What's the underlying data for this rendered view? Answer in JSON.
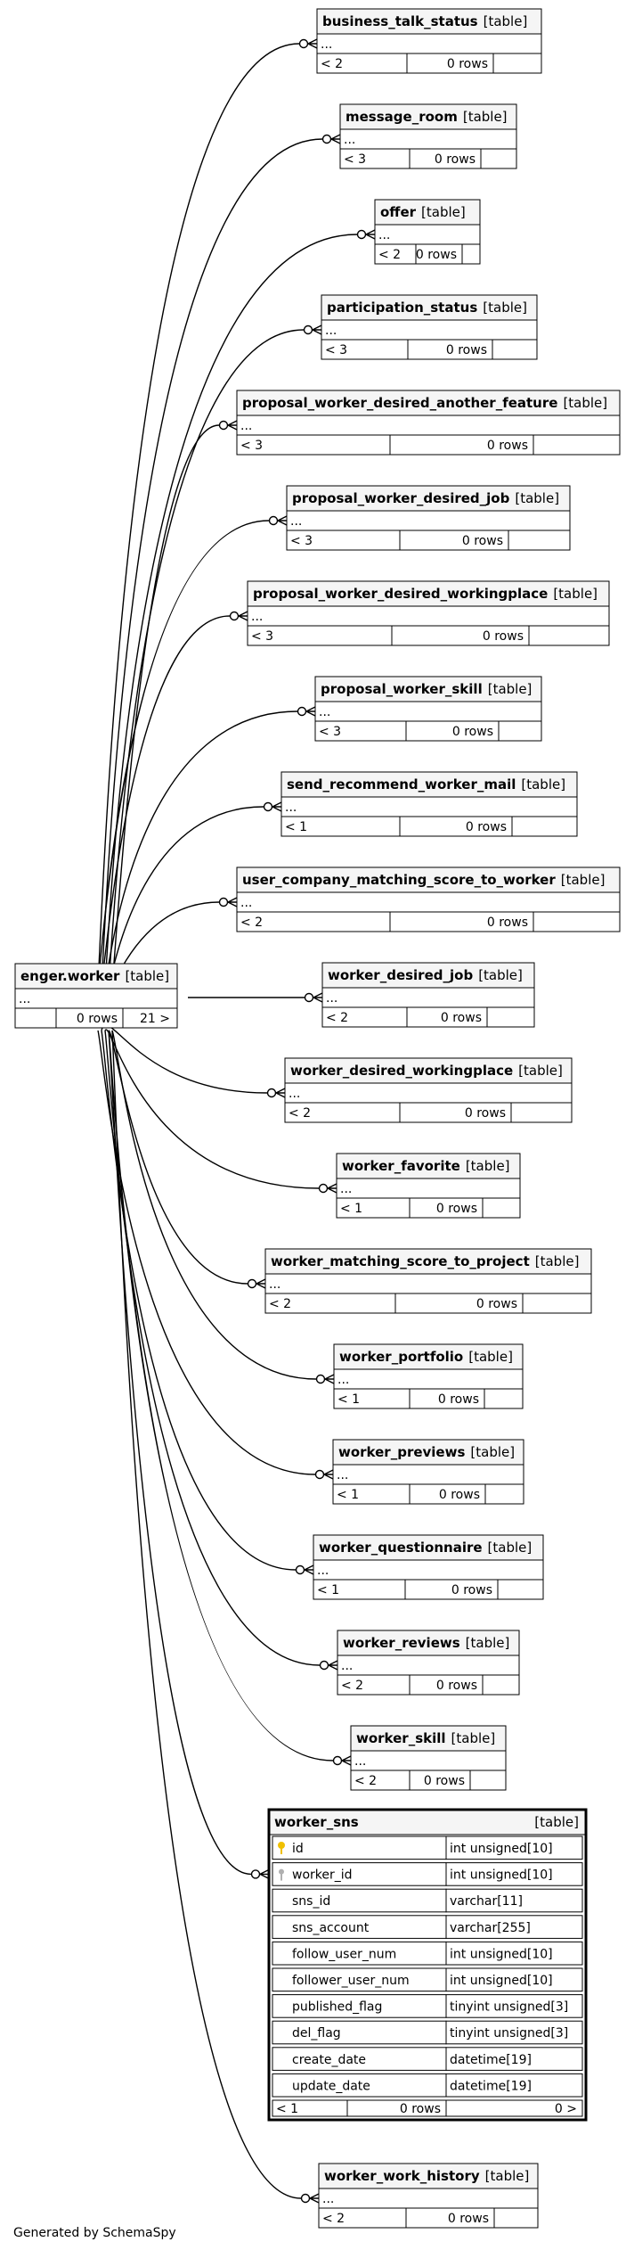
{
  "colors": {
    "line": "#000000",
    "header_bg": "#f5f5f5",
    "body_bg": "#ffffff",
    "pk_key": "#f0c000",
    "fk_key": "#b0b0b0"
  },
  "source_table": {
    "name": "enger.worker",
    "tag": "[table]",
    "ellipsis": "...",
    "parents": "",
    "rows": "0 rows",
    "children": "21 >"
  },
  "related_tables": [
    {
      "name": "business_talk_status",
      "tag": "[table]",
      "ellipsis": "...",
      "parents": "< 2",
      "rows": "0 rows",
      "children": ""
    },
    {
      "name": "message_room",
      "tag": "[table]",
      "ellipsis": "...",
      "parents": "< 3",
      "rows": "0 rows",
      "children": ""
    },
    {
      "name": "offer",
      "tag": "[table]",
      "ellipsis": "...",
      "parents": "< 2",
      "rows": "0 rows",
      "children": ""
    },
    {
      "name": "participation_status",
      "tag": "[table]",
      "ellipsis": "...",
      "parents": "< 3",
      "rows": "0 rows",
      "children": ""
    },
    {
      "name": "proposal_worker_desired_another_feature",
      "tag": "[table]",
      "ellipsis": "...",
      "parents": "< 3",
      "rows": "0 rows",
      "children": ""
    },
    {
      "name": "proposal_worker_desired_job",
      "tag": "[table]",
      "ellipsis": "...",
      "parents": "< 3",
      "rows": "0 rows",
      "children": ""
    },
    {
      "name": "proposal_worker_desired_workingplace",
      "tag": "[table]",
      "ellipsis": "...",
      "parents": "< 3",
      "rows": "0 rows",
      "children": ""
    },
    {
      "name": "proposal_worker_skill",
      "tag": "[table]",
      "ellipsis": "...",
      "parents": "< 3",
      "rows": "0 rows",
      "children": ""
    },
    {
      "name": "send_recommend_worker_mail",
      "tag": "[table]",
      "ellipsis": "...",
      "parents": "< 1",
      "rows": "0 rows",
      "children": ""
    },
    {
      "name": "user_company_matching_score_to_worker",
      "tag": "[table]",
      "ellipsis": "...",
      "parents": "< 2",
      "rows": "0 rows",
      "children": ""
    },
    {
      "name": "worker_desired_job",
      "tag": "[table]",
      "ellipsis": "...",
      "parents": "< 2",
      "rows": "0 rows",
      "children": ""
    },
    {
      "name": "worker_desired_workingplace",
      "tag": "[table]",
      "ellipsis": "...",
      "parents": "< 2",
      "rows": "0 rows",
      "children": ""
    },
    {
      "name": "worker_favorite",
      "tag": "[table]",
      "ellipsis": "...",
      "parents": "< 1",
      "rows": "0 rows",
      "children": ""
    },
    {
      "name": "worker_matching_score_to_project",
      "tag": "[table]",
      "ellipsis": "...",
      "parents": "< 2",
      "rows": "0 rows",
      "children": ""
    },
    {
      "name": "worker_portfolio",
      "tag": "[table]",
      "ellipsis": "...",
      "parents": "< 1",
      "rows": "0 rows",
      "children": ""
    },
    {
      "name": "worker_previews",
      "tag": "[table]",
      "ellipsis": "...",
      "parents": "< 1",
      "rows": "0 rows",
      "children": ""
    },
    {
      "name": "worker_questionnaire",
      "tag": "[table]",
      "ellipsis": "...",
      "parents": "< 1",
      "rows": "0 rows",
      "children": ""
    },
    {
      "name": "worker_reviews",
      "tag": "[table]",
      "ellipsis": "...",
      "parents": "< 2",
      "rows": "0 rows",
      "children": ""
    },
    {
      "name": "worker_skill",
      "tag": "[table]",
      "ellipsis": "...",
      "parents": "< 2",
      "rows": "0 rows",
      "children": ""
    },
    {
      "name": "worker_work_history",
      "tag": "[table]",
      "ellipsis": "...",
      "parents": "< 2",
      "rows": "0 rows",
      "children": ""
    }
  ],
  "focus_table": {
    "name": "worker_sns",
    "tag": "[table]",
    "columns": [
      {
        "name": "id",
        "type": "int unsigned[10]",
        "key": "pk"
      },
      {
        "name": "worker_id",
        "type": "int unsigned[10]",
        "key": "fk"
      },
      {
        "name": "sns_id",
        "type": "varchar[11]",
        "key": ""
      },
      {
        "name": "sns_account",
        "type": "varchar[255]",
        "key": ""
      },
      {
        "name": "follow_user_num",
        "type": "int unsigned[10]",
        "key": ""
      },
      {
        "name": "follower_user_num",
        "type": "int unsigned[10]",
        "key": ""
      },
      {
        "name": "published_flag",
        "type": "tinyint unsigned[3]",
        "key": ""
      },
      {
        "name": "del_flag",
        "type": "tinyint unsigned[3]",
        "key": ""
      },
      {
        "name": "create_date",
        "type": "datetime[19]",
        "key": ""
      },
      {
        "name": "update_date",
        "type": "datetime[19]",
        "key": ""
      }
    ],
    "parents": "< 1",
    "rows": "0 rows",
    "children": "0 >"
  },
  "footer": "Generated by SchemaSpy"
}
